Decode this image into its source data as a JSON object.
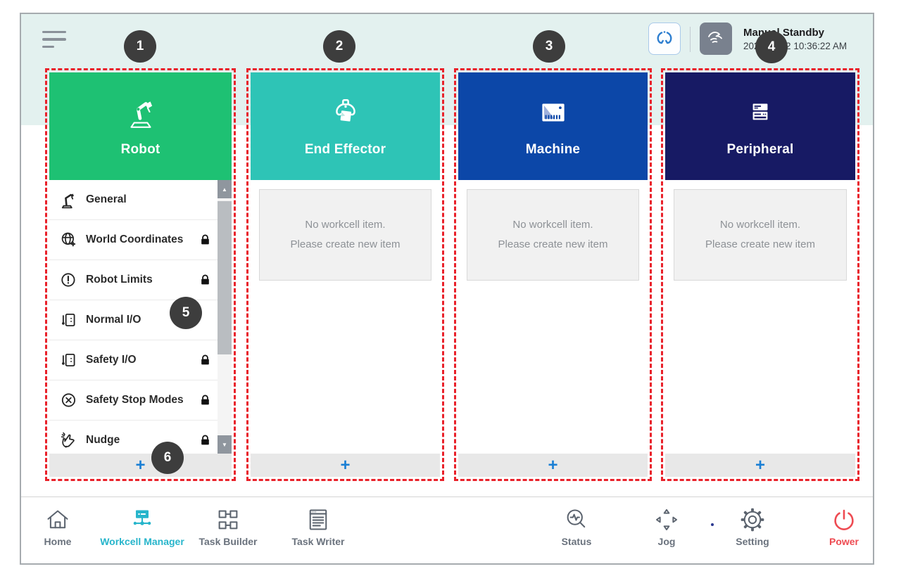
{
  "topbar": {
    "mode": "Manual Standby",
    "datetime": "2022.12.22 10:36:22 AM",
    "menu_icon": "hamburger-icon",
    "robot_button_icon": "gripper-claw-icon",
    "hand_button_icon": "hand-mode-icon"
  },
  "callouts": [
    "1",
    "2",
    "3",
    "4",
    "5",
    "6"
  ],
  "columns": [
    {
      "title": "Robot",
      "color": "#1ec173",
      "icon": "robot-arm-icon",
      "add_label": "+"
    },
    {
      "title": "End Effector",
      "color": "#2ec4b6",
      "icon": "end-effector-icon",
      "empty_line1": "No workcell item.",
      "empty_line2": "Please create new item",
      "add_label": "+"
    },
    {
      "title": "Machine",
      "color": "#0c47a8",
      "icon": "machine-icon",
      "empty_line1": "No workcell item.",
      "empty_line2": "Please create new item",
      "add_label": "+"
    },
    {
      "title": "Peripheral",
      "color": "#171a64",
      "icon": "peripheral-icon",
      "empty_line1": "No workcell item.",
      "empty_line2": "Please create new item",
      "add_label": "+"
    }
  ],
  "robot_menu": [
    {
      "label": "General",
      "icon": "general-icon",
      "locked": false
    },
    {
      "label": "World Coordinates",
      "icon": "world-coordinates-icon",
      "locked": true
    },
    {
      "label": "Robot Limits",
      "icon": "robot-limits-icon",
      "locked": true
    },
    {
      "label": "Normal I/O",
      "icon": "io-icon",
      "locked": false
    },
    {
      "label": "Safety I/O",
      "icon": "io-icon",
      "locked": true
    },
    {
      "label": "Safety Stop Modes",
      "icon": "stop-modes-icon",
      "locked": true
    },
    {
      "label": "Nudge",
      "icon": "nudge-icon",
      "locked": true
    }
  ],
  "nav": {
    "items": [
      {
        "label": "Home",
        "icon": "home-icon",
        "active": false
      },
      {
        "label": "Workcell Manager",
        "icon": "workcell-manager-icon",
        "active": true
      },
      {
        "label": "Task Builder",
        "icon": "task-builder-icon",
        "active": false
      },
      {
        "label": "Task Writer",
        "icon": "task-writer-icon",
        "active": false
      },
      {
        "label": "Status",
        "icon": "status-icon",
        "active": false
      },
      {
        "label": "Jog",
        "icon": "jog-icon",
        "active": false
      },
      {
        "label": "Setting",
        "icon": "setting-icon",
        "active": false
      },
      {
        "label": "Power",
        "icon": "power-icon",
        "active": false,
        "danger": true
      }
    ]
  },
  "colors": {
    "accent_green": "#1ec173",
    "accent_teal": "#2ec4b6",
    "accent_blue": "#0c47a8",
    "accent_navy": "#171a64",
    "annotation_red": "#e9212a",
    "callout_bg": "#3d3d3d",
    "plus_blue": "#1b7fd4",
    "active_nav_teal": "#27b5cb",
    "power_red": "#ee4b52",
    "band_mint": "#e3f1ef"
  }
}
